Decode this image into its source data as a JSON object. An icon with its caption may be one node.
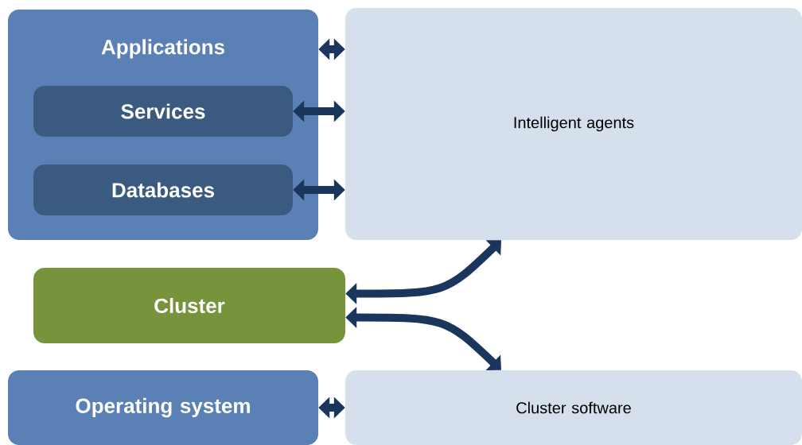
{
  "diagram": {
    "nodes": [
      {
        "text": [
          "Applications"
        ]
      },
      {
        "text": [
          "Services"
        ],
        "in": 0
      },
      {
        "text": [
          "Databases"
        ],
        "in": 0
      },
      {
        "text": [
          "Intelligent agents"
        ]
      },
      {
        "text": [
          "Cluster"
        ]
      },
      {
        "text": [
          "Operating system"
        ]
      },
      {
        "text": [
          "Cluster software"
        ]
      }
    ],
    "edges": [
      {
        "from": 0,
        "to": 3,
        "arrow": "both"
      },
      {
        "from": 1,
        "to": 3,
        "arrow": "both"
      },
      {
        "from": 2,
        "to": 3,
        "arrow": "both"
      },
      {
        "from": 4,
        "to": 3,
        "arrow": "both"
      },
      {
        "from": 4,
        "to": 6,
        "arrow": "both"
      },
      {
        "from": 5,
        "to": 6,
        "arrow": "both"
      }
    ]
  }
}
